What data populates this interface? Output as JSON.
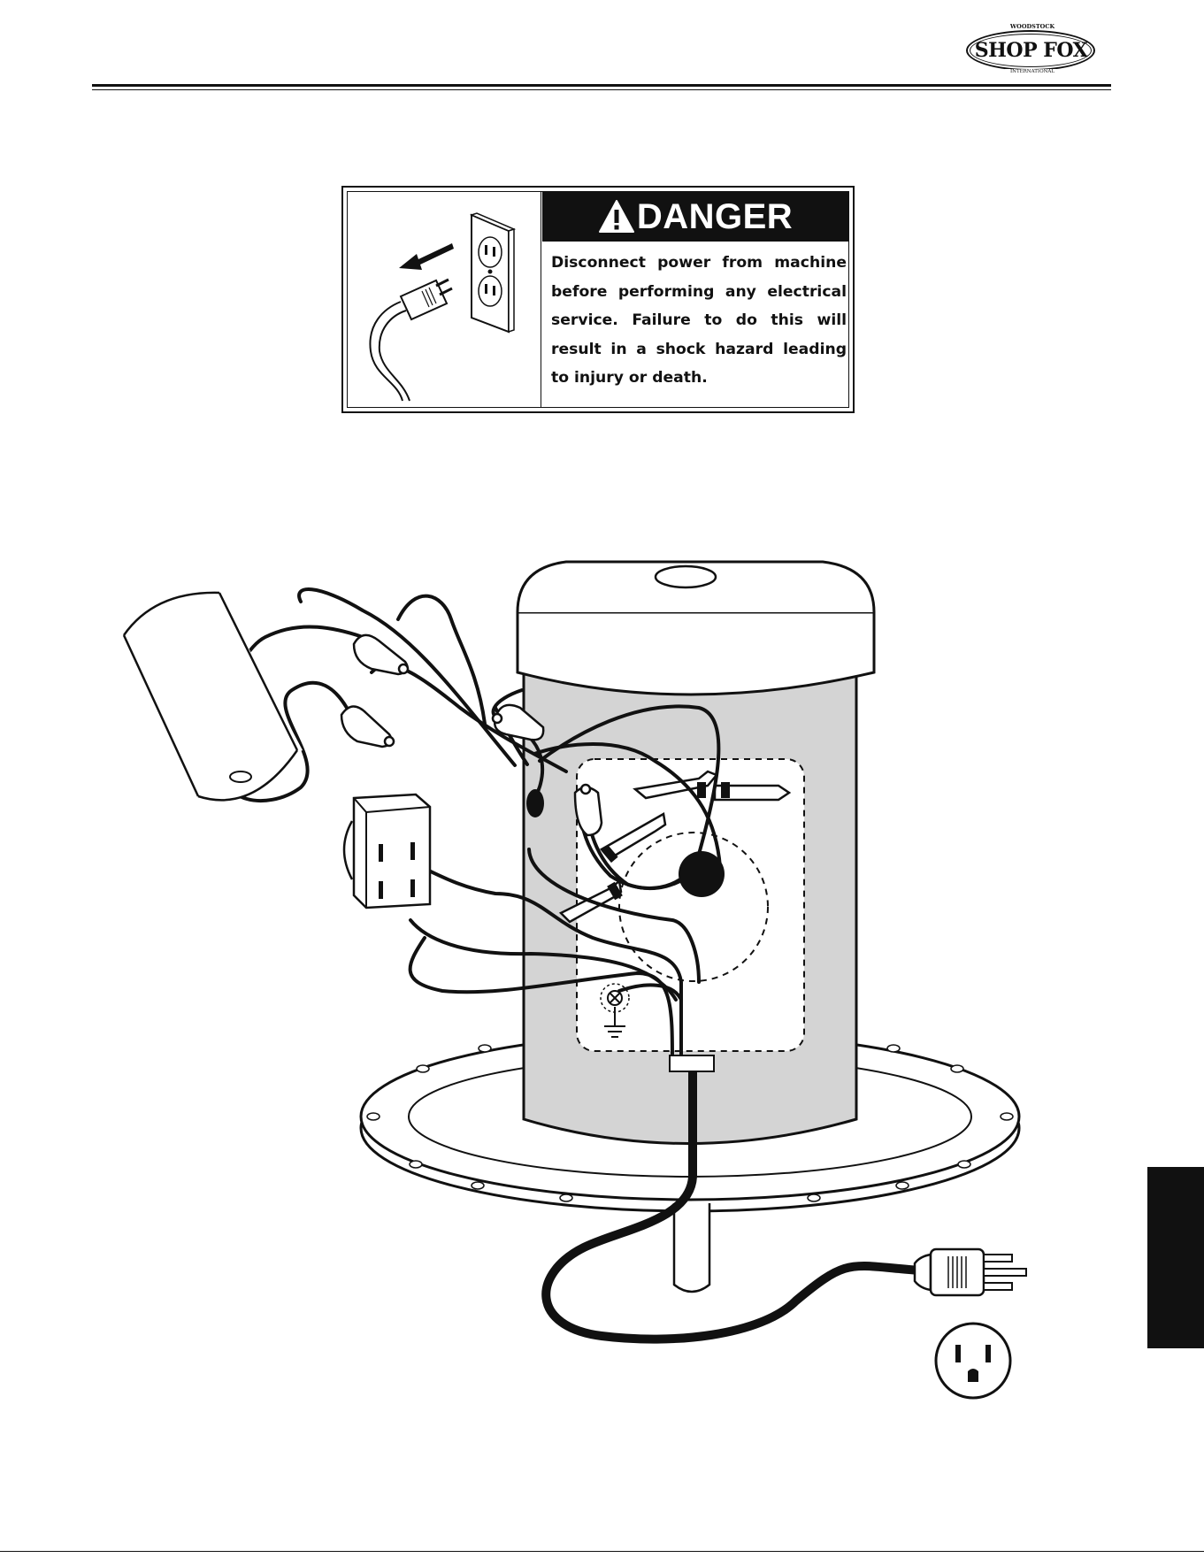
{
  "logo": {
    "brand": "SHOP FOX",
    "top_tag": "WOODSTOCK",
    "bottom_tag": "INTERNATIONAL"
  },
  "danger": {
    "title": "DANGER",
    "message": "Disconnect power from machine before performing any electrical service. Failure to do this will result in a shock hazard leading to injury or death."
  },
  "icons": [
    "warning-triangle-icon",
    "unplug-arrow-icon",
    "wall-outlet-icon",
    "ground-symbol-icon",
    "three-prong-plug-icon"
  ],
  "colors": {
    "ink": "#111111",
    "motor_body": "#d4d4d4",
    "paper": "#ffffff"
  }
}
